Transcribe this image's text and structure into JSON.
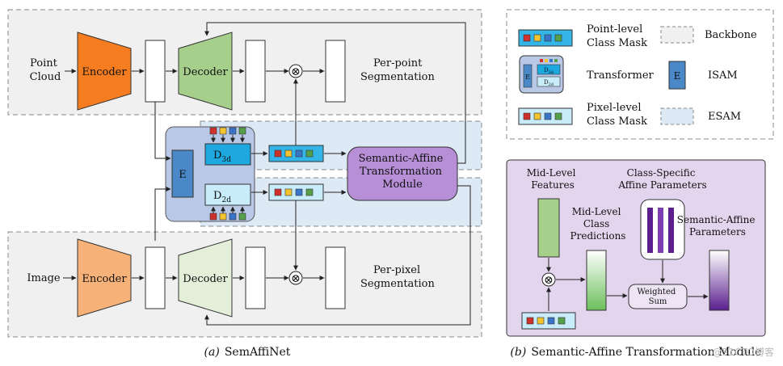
{
  "diagram_a": {
    "caption_tag": "(a)",
    "caption_text": "SemAffiNet",
    "inputs": {
      "point_cloud": [
        "Point",
        "Cloud"
      ],
      "image": "Image"
    },
    "blocks": {
      "encoder": "Encoder",
      "decoder": "Decoder",
      "isam_letter": "E"
    },
    "outputs": {
      "per_point": [
        "Per-point",
        "Segmentation"
      ],
      "per_pixel": [
        "Per-pixel",
        "Segmentation"
      ]
    },
    "transformer_blocks": {
      "d3": {
        "base": "D",
        "sub": "3d"
      },
      "d2": {
        "base": "D",
        "sub": "2d"
      }
    },
    "sat_module": [
      "Semantic-Affine",
      "Transformation",
      "Module"
    ],
    "multiply_symbol": "⊗"
  },
  "legend": {
    "point_mask": [
      "Point-level",
      "Class Mask"
    ],
    "backbone": "Backbone",
    "transformer": "Transformer",
    "isam": "ISAM",
    "isam_letter": "E",
    "pixel_mask": [
      "Pixel-level",
      "Class Mask"
    ],
    "esam": "ESAM",
    "mini_e": "E",
    "mini_d3": {
      "base": "D",
      "sub": "3d"
    },
    "mini_d2": {
      "base": "D",
      "sub": "2d"
    }
  },
  "diagram_b": {
    "caption_tag": "(b)",
    "caption_text": "Semantic-Affine Transformation Module",
    "mid_level_features": [
      "Mid-Level",
      "Features"
    ],
    "class_specific": [
      "Class-Specific",
      "Affine Parameters"
    ],
    "mid_level_class": [
      "Mid-Level",
      "Class",
      "Predictions"
    ],
    "semantic_affine_params": [
      "Semantic-Affine",
      "Parameters"
    ],
    "weighted_sum": [
      "Weighted",
      "Sum"
    ],
    "multiply_symbol": "⊗"
  },
  "watermark": "@51CTO博客",
  "colors": {
    "encoder_point": "#f57c1f",
    "encoder_image": "#f7b27a",
    "decoder_point": "#a6cf8c",
    "decoder_image": "#e3efd9",
    "sat_module": "#b68fd6",
    "isam_blue": "#4a88c7",
    "esam_fill": "#dde9f5",
    "transformer_fill": "#b9c8e6",
    "d3_fill": "#1ea8e0",
    "d2_fill": "#c9ecfa",
    "mask_fill": "#33b5e8",
    "panel_b": "#e4d5ee",
    "purple_dark": "#5a1e8f",
    "green_bar": "#a6cf8c",
    "chip_red": "#d0312d",
    "chip_yellow": "#f4c430",
    "chip_blue": "#3a74c9",
    "chip_green": "#56a04a"
  }
}
